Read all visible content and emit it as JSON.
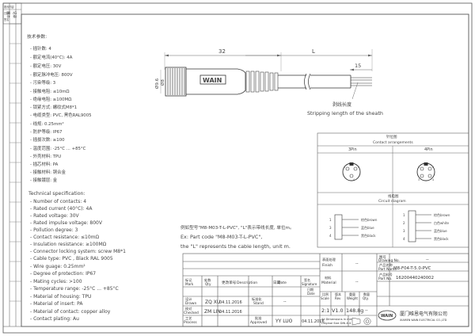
{
  "border": {
    "side_labels": [
      "版本",
      "记录"
    ],
    "top_labels": [
      "更改内容",
      "日期",
      "签名"
    ]
  },
  "spec_cn": {
    "title": "技术参数:",
    "items": [
      "- 插针数: 4",
      "- 额定电流(40°C): 4A",
      "- 额定电压: 30V",
      "- 额定脉冲电压: 800V",
      "- 污染等级: 3",
      "- 接触电阻: ≤10mΩ",
      "- 绝缘电阻: ≥100MΩ",
      "- 锁紧方式: 螺纹式M8*1",
      "- 电缆类型: PVC, 黑色RAL9005",
      "- 线规: 0.25mm²",
      "- 防护等级: IP67",
      "- 插拔次数: ≥100",
      "- 温度范围: -25°C ... +85°C",
      "- 外壳材料: TPU",
      "- 插芯材料: PA",
      "- 接触材料: 铜合金",
      "- 接触镀层: 金"
    ]
  },
  "spec_en": {
    "title": "Technical specification:",
    "items": [
      "- Number of contacts: 4",
      "- Rated current (40°C): 4A",
      "- Rated voltage: 30V",
      "- Rated impulse voltage: 800V",
      "- Pollution degree: 3",
      "- Contact resistance: ≤10mΩ",
      "- Insulation resistance: ≥100MΩ",
      "- Connector locking system: screw M8*1",
      "- Cable type: PVC , Black RAL 9005",
      "- Wire guage: 0.25mm²",
      "- Degree of protection: IP67",
      "- Mating cycles: >100",
      "- Temperature range: -25°C ... +85°C",
      "- Material of housing: TPU",
      "- Material of insert: PA",
      "- Material of contact: copper alloy",
      "- Contact plating: Au"
    ]
  },
  "drawing": {
    "dim_length": "32",
    "dim_L": "L",
    "dim_strip": "15",
    "dim_diameter1": "Ø9.6",
    "dim_diameter2": "Ø8",
    "brand": "WAIN",
    "strip_cn": "剥线长度",
    "strip_en": "Stripping length of the sheath"
  },
  "contacts": {
    "header_cn": "针位图",
    "header_en": "Contact arrangements",
    "col1": "3Pin",
    "col2": "4Pin"
  },
  "circuit": {
    "header_cn": "线电图",
    "header_en": "Circuit diagram",
    "left_pins": [
      "1",
      "3",
      "4"
    ],
    "left_wires": [
      "棕色brown",
      "蓝色blue",
      "黑色black"
    ],
    "right_pins": [
      "1",
      "2",
      "3",
      "4"
    ],
    "right_wires": [
      "棕色brown",
      "白色white",
      "蓝色blue",
      "黑色black"
    ]
  },
  "example": {
    "line1": "例如型号\"M8-M03-T-L-PVC\", \"L\"表示带线长度, 单位m。",
    "line2": "Ex: Part code \"M8-M03-T-L-PVC\",",
    "line3": "the \"L\" represents the cable length, unit m."
  },
  "titleblock": {
    "mark_cn": "标记",
    "mark_en": "Mark",
    "qty_cn": "处数",
    "qty_en": "Qty",
    "cgno_cn": "更改单号",
    "cgno_en": "Description",
    "date_cn": "日期",
    "date_en": "Date",
    "sign_cn": "签名",
    "sign_en": "Signature",
    "date2_cn": "日期",
    "date2_en": "Date",
    "drawn_cn": "设计",
    "drawn_en": "Drawn",
    "drawn_name": "ZQ XU",
    "drawn_date": "04.11.2016",
    "std_cn": "标准化",
    "std_en": "Stand",
    "std_val": "--",
    "checked_cn": "校对",
    "checked_en": "Checked",
    "checked_name": "ZM LIN",
    "checked_date": "04.11.2016",
    "process_cn": "工艺",
    "process_en": "Process",
    "approved_cn": "批准",
    "approved_en": "Approved",
    "approved_name": "YY LUO",
    "approved_date": "04.11.2016",
    "finish_cn": "表面处理",
    "finish_en": "Finish",
    "finish_val": "--",
    "material_cn": "材料",
    "material_en": "Material",
    "material_val": "--",
    "scale_cn": "比例",
    "scale_en": "Scale",
    "scale_val": "2:1",
    "rev_cn": "版本",
    "rev_en": "Rev",
    "rev_val": "V1.0",
    "weight_cn": "重量",
    "weight_en": "Weight",
    "weight_val": "148.8g",
    "qty2_cn": "数量",
    "qty2_en": "Qty.",
    "qty2_val": "--",
    "drawno_cn": "图号",
    "drawno_en": "Drawing No.",
    "drawno_val": "--",
    "partname_cn": "产品名称",
    "partname_en": "Part Name",
    "partname_val": "M8-F04-T-5.0-PVC",
    "partno_cn": "产品料号",
    "partno_en": "Part No.",
    "partno_val": "16200440240002",
    "note1": "All Dimensions in mm",
    "note2": "Original Size DIN A 4",
    "company_cn": "厦门唯恩电气有限公司",
    "company_en": "XIAMEN WAIN ELECTRICAL CO.,LTD",
    "logo": "WAIN"
  }
}
